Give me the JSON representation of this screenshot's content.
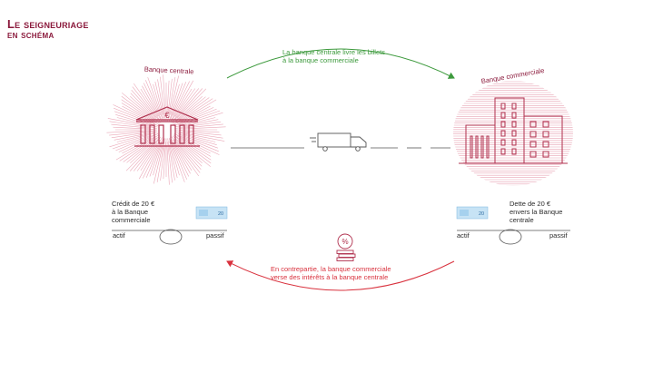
{
  "title": {
    "line1": "Le seigneuriage",
    "line2": "en schéma"
  },
  "central_bank": {
    "label": "Banque centrale",
    "symbol": "€",
    "credit_line1": "Crédit de 20 €",
    "credit_line2": "à la Banque",
    "credit_line3": "commerciale",
    "banknote_value": "20",
    "actif": "actif",
    "passif": "passif"
  },
  "commercial_bank": {
    "label": "Banque commerciale",
    "debt_line1": "Dette de 20 €",
    "debt_line2": "envers la Banque",
    "debt_line3": "centrale",
    "banknote_value": "20",
    "actif": "actif",
    "passif": "passif"
  },
  "flows": {
    "delivery_line1": "La banque centrale livre les billets",
    "delivery_line2": "à la banque commerciale",
    "interest_symbol": "%",
    "interest_line1": "En contrepartie, la banque commerciale",
    "interest_line2": "verse des intérêts à la banque centrale"
  },
  "colors": {
    "title": "#8b1a3c",
    "building": "#b0304e",
    "hatch": "#e8a5b5",
    "green_arrow": "#3d9a3d",
    "red_arrow": "#d9323e",
    "banknote": "#8fc6e8"
  },
  "icons": [
    "truck-icon",
    "percent-coin-icon",
    "euro-symbol",
    "banknote-icon"
  ]
}
